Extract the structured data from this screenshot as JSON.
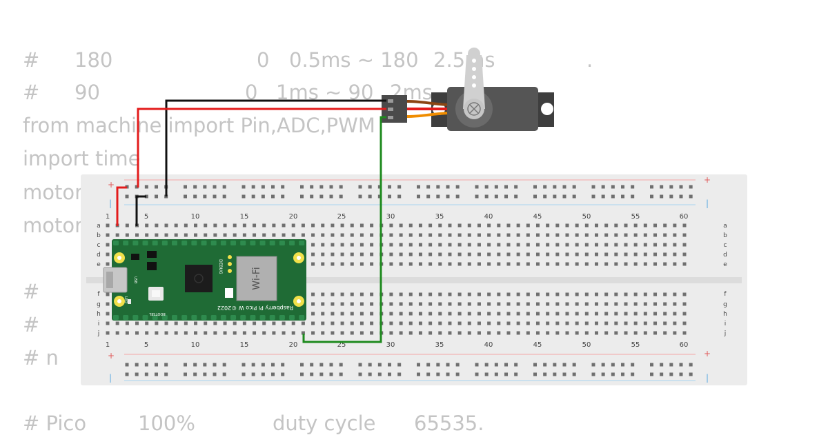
{
  "code": {
    "line1": {
      "hash": "#",
      "a": "180",
      "b": "0",
      "c": "0.5ms ~ 180",
      "d": "2.5ms",
      "e": "."
    },
    "line2": {
      "hash": "#",
      "a": "90",
      "b": "0",
      "c": "1ms ~ 90",
      "d": "2ms"
    },
    "line3": "from machine import Pin,ADC,PWM",
    "line4": "import time",
    "line5": "motor",
    "line6": "motor",
    "line7": "#",
    "line8": "#",
    "line9": "# n",
    "line10": {
      "a": "# Pico",
      "b": "100%",
      "c": "duty cycle",
      "d": "65535."
    }
  },
  "breadboard": {
    "column_labels": [
      "1",
      "5",
      "10",
      "15",
      "20",
      "25",
      "30",
      "35",
      "40",
      "45",
      "50",
      "55",
      "60"
    ],
    "row_labels_top": [
      "a",
      "b",
      "c",
      "d",
      "e"
    ],
    "row_labels_bottom": [
      "f",
      "g",
      "h",
      "i",
      "j"
    ],
    "rail_plus": "+",
    "rail_minus": "|",
    "colors": {
      "board": "#ececec",
      "hole": "#6f6f6f",
      "plus_line": "#f4a6a6",
      "minus_line": "#a8d4f0",
      "plus_text": "#e05a5a",
      "minus_text": "#5aa8e0"
    }
  },
  "pico": {
    "model": "Raspberry Pi Pico W ©2022",
    "wifi": "Wi-Fi",
    "debug": "DEBUG",
    "bootsel": "BOOTSEL",
    "usb": "USB",
    "led": "LED",
    "colors": {
      "pcb": "#1f6b35",
      "pin": "#2e8b4e",
      "module": "#b0b0b0"
    }
  },
  "servo": {
    "colors": {
      "body": "#4a4a4a",
      "horn": "#d0d0d0",
      "wire_brown": "#8b4513",
      "wire_red": "#e31b1b",
      "wire_orange": "#f08c00"
    }
  },
  "wires": {
    "colors": {
      "power": "#e31b1b",
      "ground": "#111111",
      "signal": "#1e8a1e"
    }
  }
}
